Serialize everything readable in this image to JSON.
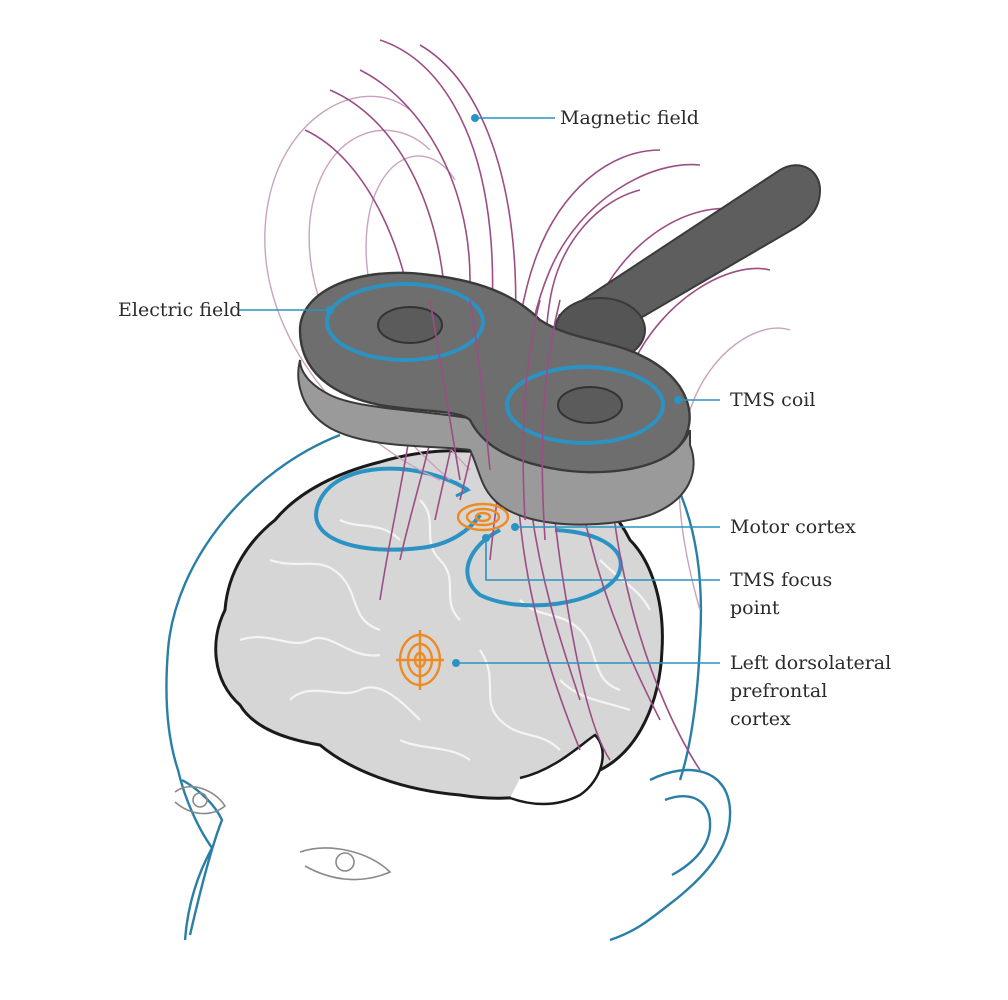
{
  "labels": {
    "magnetic_field": "Magnetic field",
    "electric_field": "Electric field",
    "tms_coil": "TMS coil",
    "motor_cortex": "Motor cortex",
    "tms_focus_point_1": "TMS focus",
    "tms_focus_point_2": "point",
    "dlpfc_1": "Left dorsolateral",
    "dlpfc_2": "prefrontal",
    "dlpfc_3": "cortex"
  },
  "colors": {
    "leader": "#2a93c4",
    "magnetic_field": "#9c4d86",
    "coil": "#5e5e5e",
    "brain": "#d9d9d9",
    "target": "#ee8a22",
    "head_outline": "#2a7fa6"
  }
}
